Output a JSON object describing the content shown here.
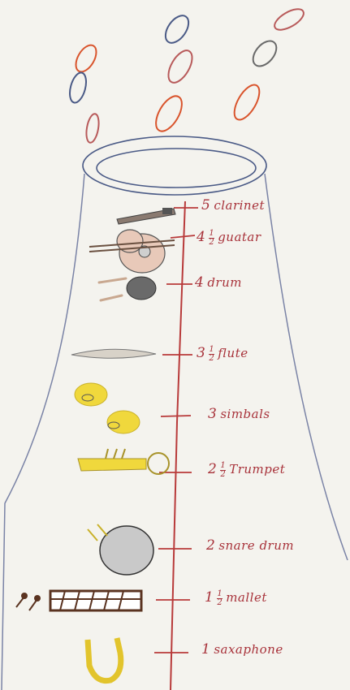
{
  "drawing": {
    "subject": "hand-drawn instrument scale cone",
    "ink_colors": {
      "red": "#b83a3a",
      "blue": "#4a5a86",
      "yellow": "#f0d83c",
      "brown": "#5a3320",
      "orange": "#d9542c"
    }
  },
  "scale": [
    {
      "whole": "5",
      "num": "",
      "den": "",
      "name": "clarinet"
    },
    {
      "whole": "4",
      "num": "1",
      "den": "2",
      "name": "guatar"
    },
    {
      "whole": "4",
      "num": "",
      "den": "",
      "name": "drum"
    },
    {
      "whole": "3",
      "num": "1",
      "den": "2",
      "name": "flute"
    },
    {
      "whole": "3",
      "num": "",
      "den": "",
      "name": "simbals"
    },
    {
      "whole": "2",
      "num": "1",
      "den": "2",
      "name": "Trumpet"
    },
    {
      "whole": "2",
      "num": "",
      "den": "",
      "name": "snare drum"
    },
    {
      "whole": "1",
      "num": "1",
      "den": "2",
      "name": "mallet"
    },
    {
      "whole": "1",
      "num": "",
      "den": "",
      "name": "saxaphone"
    }
  ]
}
